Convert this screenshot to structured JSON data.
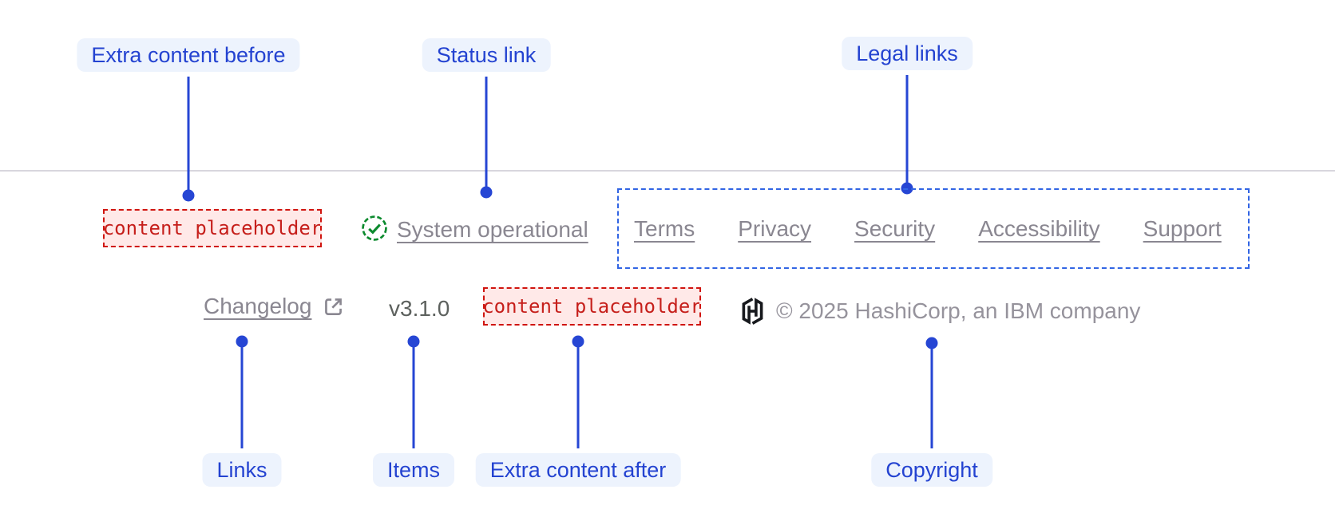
{
  "colors": {
    "annotation_blue": "#2646d4",
    "annotation_pill_bg": "#edf3fd",
    "legal_group_outline": "#3265e4",
    "placeholder_red": "#c61f1b",
    "placeholder_bg": "#ffe9e8",
    "status_green": "#0c8a2e",
    "ghost_text": "#8a8791",
    "version_text": "#5d615e",
    "copyright_text": "#96939c",
    "logo_black": "#17191d",
    "divider": "#d8d6de"
  },
  "annotations": {
    "extra_content_before": "Extra content before",
    "status_link": "Status link",
    "legal_links": "Legal links",
    "links": "Links",
    "items": "Items",
    "extra_content_after": "Extra content after",
    "copyright": "Copyright"
  },
  "footer": {
    "extra_content_before_placeholder": "content placeholder",
    "status": {
      "label": "System operational",
      "icon": "check-circle-icon"
    },
    "legal_links": [
      "Terms",
      "Privacy",
      "Security",
      "Accessibility",
      "Support"
    ],
    "links": {
      "changelog_label": "Changelog",
      "icon": "external-link-icon"
    },
    "items": {
      "version": "v3.1.0"
    },
    "extra_content_after_placeholder": "content placeholder",
    "copyright": {
      "text": "© 2025 HashiCorp, an IBM company",
      "logo": "hashicorp-logo"
    }
  }
}
